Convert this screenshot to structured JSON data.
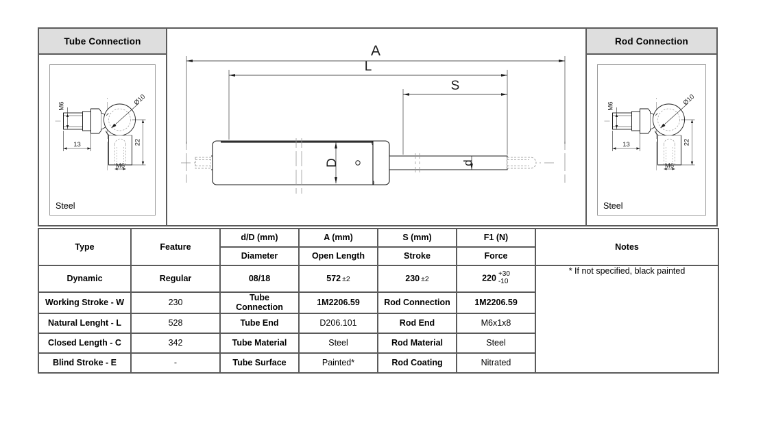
{
  "panels": {
    "tube": {
      "title": "Tube Connection",
      "material": "Steel",
      "dims": {
        "thread": "M6",
        "length": "13",
        "ball": "Ø10",
        "height": "22",
        "stud": "M6"
      }
    },
    "rod": {
      "title": "Rod Connection",
      "material": "Steel",
      "dims": {
        "thread": "M6",
        "length": "13",
        "ball": "Ø10",
        "height": "22",
        "stud": "M6"
      }
    }
  },
  "drawing": {
    "dim_a": "A",
    "dim_l": "L",
    "dim_s": "S",
    "dim_d_big": "D",
    "dim_d_small": "d"
  },
  "table": {
    "headers": {
      "type": "Type",
      "feature": "Feature",
      "dD": "d/D (mm)",
      "a": "A (mm)",
      "s": "S (mm)",
      "f1": "F1 (N)",
      "notes": "Notes",
      "diameter": "Diameter",
      "open_length": "Open Length",
      "stroke": "Stroke",
      "force": "Force"
    },
    "main_row": {
      "type": "Dynamic",
      "feature": "Regular",
      "dD": "08/18",
      "a_value": "572",
      "a_tol": "±2",
      "s_value": "230",
      "s_tol": "±2",
      "f1_value": "220",
      "f1_tol_plus": "+30",
      "f1_tol_minus": "-10"
    },
    "notes_body": "* If not specified, black painted",
    "spec_rows": [
      {
        "left_label": "Working Stroke - W",
        "left_value": "230",
        "mid_label": "Tube Connection",
        "mid_value": "1M2206.59",
        "mid_bold": true,
        "right_label": "Rod Connection",
        "right_value": "1M2206.59",
        "right_bold": true
      },
      {
        "left_label": "Natural Lenght - L",
        "left_value": "528",
        "mid_label": "Tube End",
        "mid_value": "D206.101",
        "mid_bold": false,
        "right_label": "Rod End",
        "right_value": "M6x1x8",
        "right_bold": false
      },
      {
        "left_label": "Closed Length - C",
        "left_value": "342",
        "mid_label": "Tube Material",
        "mid_value": "Steel",
        "mid_bold": false,
        "right_label": "Rod Material",
        "right_value": "Steel",
        "right_bold": false
      },
      {
        "left_label": "Blind Stroke - E",
        "left_value": "-",
        "mid_label": "Tube Surface",
        "mid_value": "Painted*",
        "mid_bold": false,
        "right_label": "Rod Coating",
        "right_value": "Nitrated",
        "right_bold": false
      }
    ]
  },
  "colors": {
    "header_gray": "#dedede",
    "border_gray": "#5a5a5a",
    "line": "#1a1a1a"
  }
}
